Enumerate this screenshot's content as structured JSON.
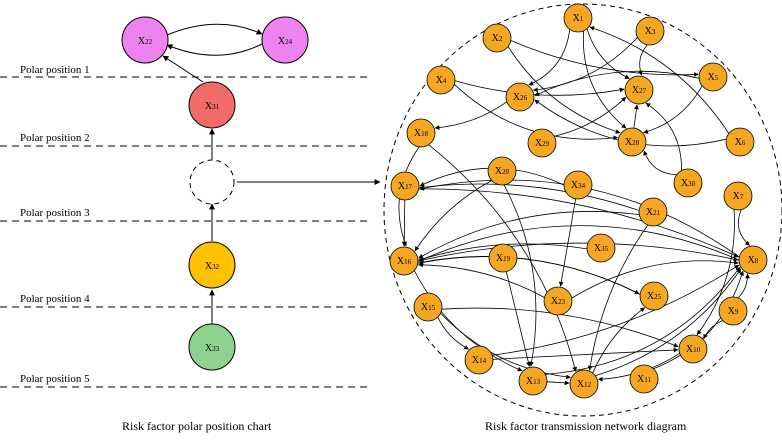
{
  "left_chart": {
    "caption": "Risk factor polar position chart",
    "levels": [
      {
        "label": "Polar position 1"
      },
      {
        "label": "Polar position 2"
      },
      {
        "label": "Polar position 3"
      },
      {
        "label": "Polar position 4"
      },
      {
        "label": "Polar position 5"
      }
    ],
    "nodes": [
      {
        "id": "X22",
        "base": "X",
        "sub": "22",
        "color": "#EE82EE"
      },
      {
        "id": "X24",
        "base": "X",
        "sub": "24",
        "color": "#EE82EE"
      },
      {
        "id": "X31",
        "base": "X",
        "sub": "31",
        "color": "#F26B6B"
      },
      {
        "id": "X32",
        "base": "X",
        "sub": "32",
        "color": "#FFC000"
      },
      {
        "id": "X33",
        "base": "X",
        "sub": "33",
        "color": "#8FD18F"
      }
    ]
  },
  "right_chart": {
    "caption": "Risk factor transmission network diagram",
    "node_color": "#F5A623",
    "nodes": [
      {
        "id": "X1",
        "base": "X",
        "sub": "1"
      },
      {
        "id": "X2",
        "base": "X",
        "sub": "2"
      },
      {
        "id": "X3",
        "base": "X",
        "sub": "3"
      },
      {
        "id": "X4",
        "base": "X",
        "sub": "4"
      },
      {
        "id": "X5",
        "base": "X",
        "sub": "5"
      },
      {
        "id": "X6",
        "base": "X",
        "sub": "6"
      },
      {
        "id": "X7",
        "base": "X",
        "sub": "7"
      },
      {
        "id": "X8",
        "base": "X",
        "sub": "8"
      },
      {
        "id": "X9",
        "base": "X",
        "sub": "9"
      },
      {
        "id": "X10",
        "base": "X",
        "sub": "10"
      },
      {
        "id": "X11",
        "base": "X",
        "sub": "11"
      },
      {
        "id": "X12",
        "base": "X",
        "sub": "12"
      },
      {
        "id": "X13",
        "base": "X",
        "sub": "13"
      },
      {
        "id": "X14",
        "base": "X",
        "sub": "14"
      },
      {
        "id": "X15",
        "base": "X",
        "sub": "15"
      },
      {
        "id": "X16",
        "base": "X",
        "sub": "16"
      },
      {
        "id": "X17",
        "base": "X",
        "sub": "17"
      },
      {
        "id": "X18",
        "base": "X",
        "sub": "18"
      },
      {
        "id": "X19",
        "base": "X",
        "sub": "19"
      },
      {
        "id": "X20",
        "base": "X",
        "sub": "20"
      },
      {
        "id": "X21",
        "base": "X",
        "sub": "21"
      },
      {
        "id": "X23",
        "base": "X",
        "sub": "23"
      },
      {
        "id": "X25",
        "base": "X",
        "sub": "25"
      },
      {
        "id": "X26",
        "base": "X",
        "sub": "26"
      },
      {
        "id": "X27",
        "base": "X",
        "sub": "27"
      },
      {
        "id": "X28",
        "base": "X",
        "sub": "28"
      },
      {
        "id": "X29",
        "base": "X",
        "sub": "29"
      },
      {
        "id": "X30",
        "base": "X",
        "sub": "30"
      },
      {
        "id": "X34",
        "base": "X",
        "sub": "34"
      },
      {
        "id": "X35",
        "base": "X",
        "sub": "35"
      }
    ]
  }
}
